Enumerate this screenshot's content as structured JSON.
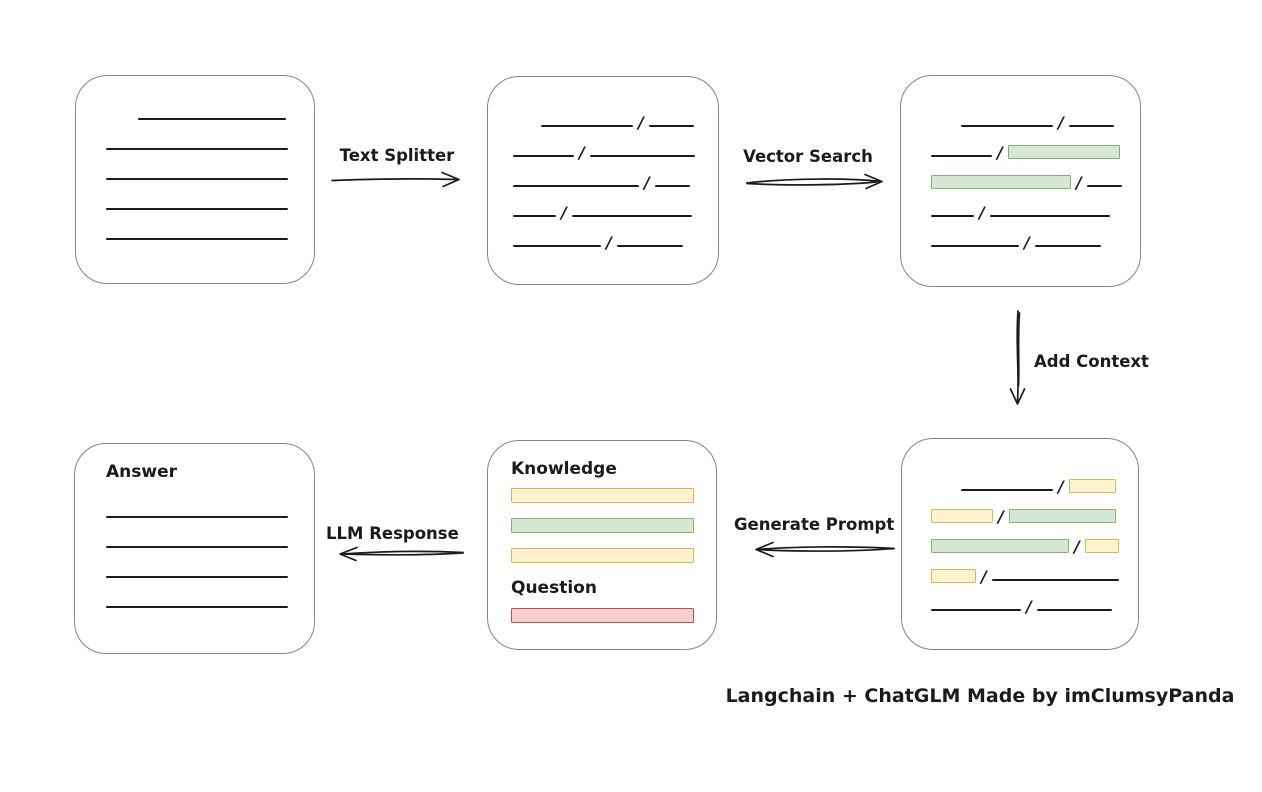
{
  "caption": "Langchain + ChatGLM Made by imClumsyPanda",
  "glyphs": {
    "slash": "/"
  },
  "colors": {
    "line": "#1b1b1b",
    "box_border": "#858585",
    "yellow_fill": "#fff2cc",
    "yellow_border": "#d6b656",
    "green_fill": "#d5e8d4",
    "green_border": "#82b366",
    "red_fill": "#f8cecc",
    "red_border": "#b85450"
  },
  "labels": {
    "text_splitter": "Text Splitter",
    "vector_search": "Vector Search",
    "add_context": "Add Context",
    "generate_prompt": "Generate Prompt",
    "llm_response": "LLM Response"
  },
  "boxes": {
    "source_document": {
      "rows": [
        [
          {
            "t": "indent",
            "w": 32
          },
          {
            "t": "line",
            "w": 148
          }
        ],
        [
          {
            "t": "line",
            "w": 182
          }
        ],
        [
          {
            "t": "line",
            "w": 182
          }
        ],
        [
          {
            "t": "line",
            "w": 182
          }
        ],
        [
          {
            "t": "line",
            "w": 182
          }
        ]
      ]
    },
    "split_chunks": {
      "rows": [
        [
          {
            "t": "indent",
            "w": 28
          },
          {
            "t": "line",
            "w": 92
          },
          {
            "t": "slash"
          },
          {
            "t": "line",
            "w": 45
          }
        ],
        [
          {
            "t": "line",
            "w": 61
          },
          {
            "t": "slash"
          },
          {
            "t": "line",
            "w": 105
          }
        ],
        [
          {
            "t": "line",
            "w": 126
          },
          {
            "t": "slash"
          },
          {
            "t": "line",
            "w": 35
          }
        ],
        [
          {
            "t": "line",
            "w": 43
          },
          {
            "t": "slash"
          },
          {
            "t": "line",
            "w": 120
          }
        ],
        [
          {
            "t": "line",
            "w": 88
          },
          {
            "t": "slash"
          },
          {
            "t": "line",
            "w": 66
          }
        ]
      ]
    },
    "retrieved_chunks": {
      "rows": [
        [
          {
            "t": "indent",
            "w": 30
          },
          {
            "t": "line",
            "w": 92
          },
          {
            "t": "slash"
          },
          {
            "t": "line",
            "w": 45
          }
        ],
        [
          {
            "t": "line",
            "w": 61
          },
          {
            "t": "slash"
          },
          {
            "t": "bar",
            "c": "green",
            "w": 112
          }
        ],
        [
          {
            "t": "bar",
            "c": "green",
            "w": 140
          },
          {
            "t": "slash"
          },
          {
            "t": "line",
            "w": 35
          }
        ],
        [
          {
            "t": "line",
            "w": 43
          },
          {
            "t": "slash"
          },
          {
            "t": "line",
            "w": 120
          }
        ],
        [
          {
            "t": "line",
            "w": 88
          },
          {
            "t": "slash"
          },
          {
            "t": "line",
            "w": 66
          }
        ]
      ]
    },
    "context_chunks": {
      "rows": [
        [
          {
            "t": "indent",
            "w": 30
          },
          {
            "t": "line",
            "w": 92
          },
          {
            "t": "slash"
          },
          {
            "t": "bar",
            "c": "yellow",
            "w": 47
          }
        ],
        [
          {
            "t": "bar",
            "c": "yellow",
            "w": 62
          },
          {
            "t": "slash"
          },
          {
            "t": "bar",
            "c": "green",
            "w": 107
          }
        ],
        [
          {
            "t": "bar",
            "c": "green",
            "w": 138
          },
          {
            "t": "slash"
          },
          {
            "t": "bar",
            "c": "yellow",
            "w": 34
          }
        ],
        [
          {
            "t": "bar",
            "c": "yellow",
            "w": 45
          },
          {
            "t": "slash"
          },
          {
            "t": "line",
            "w": 127
          }
        ],
        [
          {
            "t": "line",
            "w": 90
          },
          {
            "t": "slash"
          },
          {
            "t": "line",
            "w": 75
          }
        ]
      ]
    },
    "prompt": {
      "knowledge_label": "Knowledge",
      "question_label": "Question",
      "knowledge_chunks": [
        "yellow",
        "green",
        "yellow"
      ],
      "question_chunks": [
        "red"
      ]
    },
    "answer": {
      "label": "Answer",
      "rows": [
        [
          {
            "t": "line",
            "w": 182
          }
        ],
        [
          {
            "t": "line",
            "w": 182
          }
        ],
        [
          {
            "t": "line",
            "w": 182
          }
        ],
        [
          {
            "t": "line",
            "w": 182
          }
        ]
      ]
    }
  }
}
